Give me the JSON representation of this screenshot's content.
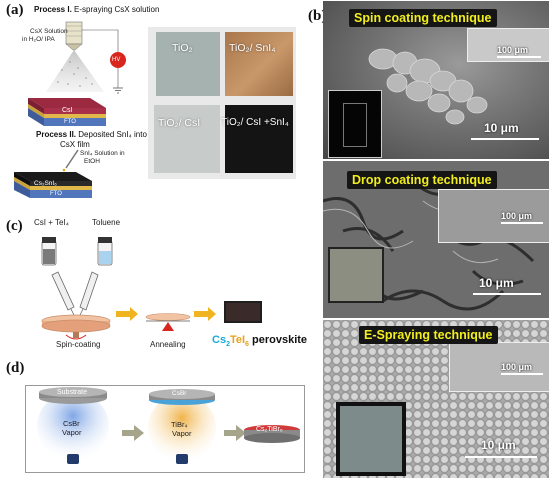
{
  "panels": {
    "a": "(a)",
    "b": "(b)",
    "c": "(c)",
    "d": "(d)"
  },
  "panel_a": {
    "process1": "Process I.",
    "process1_text": "E-spraying CsX solution",
    "csx_solution": "CsX Solution",
    "csx_solvent": "in H₂O/ IPA",
    "hv": "HV",
    "csi": "CsI",
    "fto1": "FTO",
    "process2": "Process II.",
    "process2_text": "Deposited SnI₄ into",
    "process2_text2": "CsX film",
    "sni4_solution": "SnI₄ Solution in",
    "etoh": "EtOH",
    "cs2sni6": "Cs₂SnI₆",
    "fto2": "FTO",
    "photo_labels": {
      "tl": "TiO₂",
      "tr": "TiO₂/ SnI₄",
      "bl": "TiO₂/ CsI",
      "br": "TiO₂/ CsI +SnI₄"
    }
  },
  "panel_b": {
    "spin_title": "Spin coating technique",
    "drop_title": "Drop coating technique",
    "espray_title": "E-Spraying technique",
    "scale_main": "10 μm",
    "scale_inset": "100 μm"
  },
  "panel_c": {
    "reagent1": "CsI + TeI₄",
    "reagent2": "Toluene",
    "step1": "Spin-coating",
    "step2": "Annealing",
    "product_cs": "Cs",
    "product_2": "2",
    "product_te": "TeI",
    "product_6": "6",
    "product_rest": " perovskite"
  },
  "panel_d": {
    "substrate": "Substrate",
    "csbr_vapor1": "CsBr",
    "csbr_vapor2": "Vapor",
    "csbr_layer": "CsBr",
    "tibr_vapor1": "TiBr₄",
    "tibr_vapor2": "Vapor",
    "product": "Cs₂TiBr₆"
  },
  "colors": {
    "sem_title_text": "#f2ee1e",
    "sem_title_bg": "#151515",
    "product_cyan": "#1aa9d6",
    "product_orange": "#e8a21b",
    "arrow_yellow": "#f0b420",
    "hv_red": "#d9261c"
  }
}
